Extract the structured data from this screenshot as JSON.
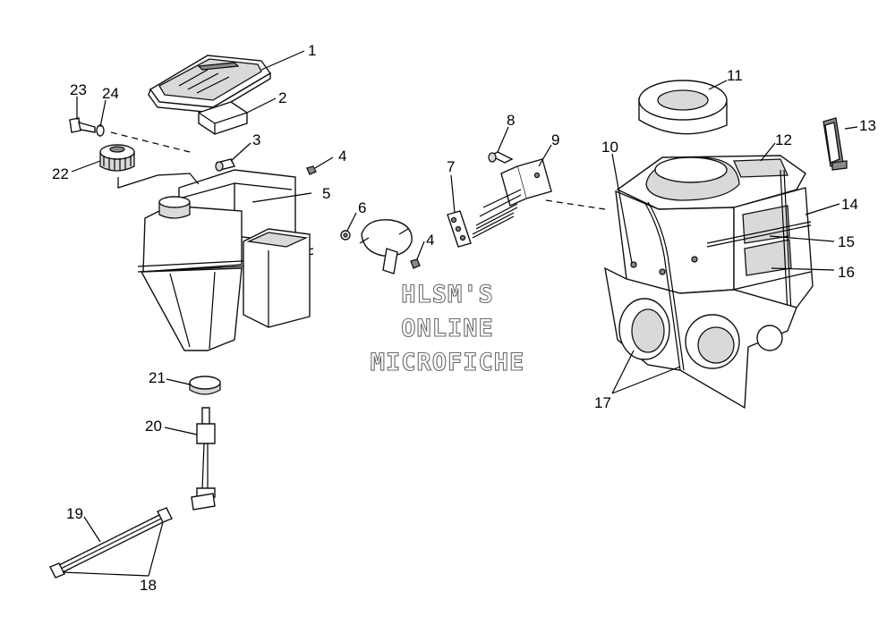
{
  "watermark": {
    "line1": "HLSM'S",
    "line2": "ONLINE",
    "line3": "MICROFICHE"
  },
  "callouts": [
    {
      "id": "c1",
      "label": "1"
    },
    {
      "id": "c2",
      "label": "2"
    },
    {
      "id": "c3",
      "label": "3"
    },
    {
      "id": "c4a",
      "label": "4"
    },
    {
      "id": "c4b",
      "label": "4"
    },
    {
      "id": "c5",
      "label": "5"
    },
    {
      "id": "c6",
      "label": "6"
    },
    {
      "id": "c7",
      "label": "7"
    },
    {
      "id": "c8",
      "label": "8"
    },
    {
      "id": "c9",
      "label": "9"
    },
    {
      "id": "c10",
      "label": "10"
    },
    {
      "id": "c11",
      "label": "11"
    },
    {
      "id": "c12",
      "label": "12"
    },
    {
      "id": "c13",
      "label": "13"
    },
    {
      "id": "c14",
      "label": "14"
    },
    {
      "id": "c15",
      "label": "15"
    },
    {
      "id": "c16",
      "label": "16"
    },
    {
      "id": "c17",
      "label": "17"
    },
    {
      "id": "c18",
      "label": "18"
    },
    {
      "id": "c19",
      "label": "19"
    },
    {
      "id": "c20",
      "label": "20"
    },
    {
      "id": "c21",
      "label": "21"
    },
    {
      "id": "c22",
      "label": "22"
    },
    {
      "id": "c23",
      "label": "23"
    },
    {
      "id": "c24",
      "label": "24"
    }
  ]
}
